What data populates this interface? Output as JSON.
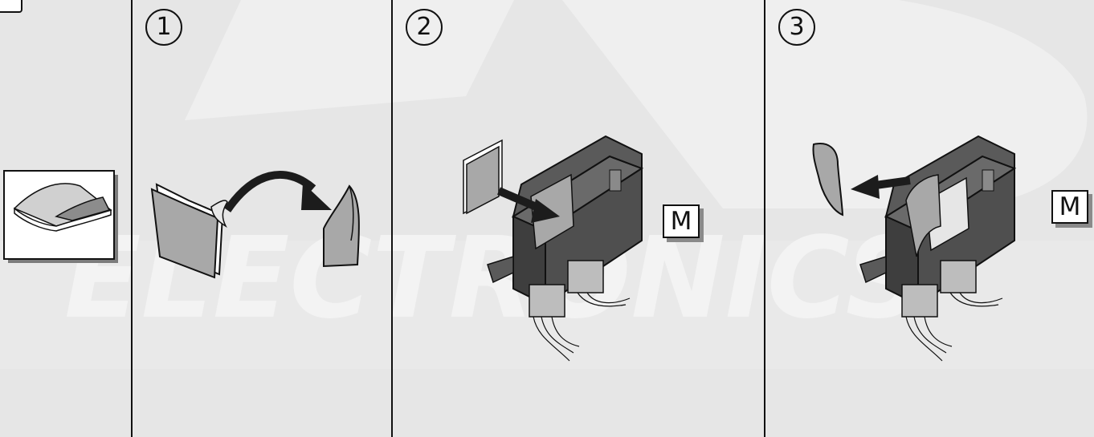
{
  "watermark": {
    "word": "ELECTRONICS",
    "color": "#f3f3f3"
  },
  "steps": [
    {
      "number": "1"
    },
    {
      "number": "2"
    },
    {
      "number": "3"
    }
  ],
  "module_marker": "M",
  "colors": {
    "background": "#e6e6e6",
    "module_body": "#4a4a4a",
    "module_face": "#5c5c5c",
    "pad": "#a6a6a6",
    "line": "#111111",
    "arrow": "#1c1c1c"
  },
  "icons": [
    "double-sided-tape-icon",
    "peel-liner-arrow-icon",
    "apply-tape-arrow-icon",
    "remove-liner-arrow-icon",
    "control-module-icon"
  ]
}
